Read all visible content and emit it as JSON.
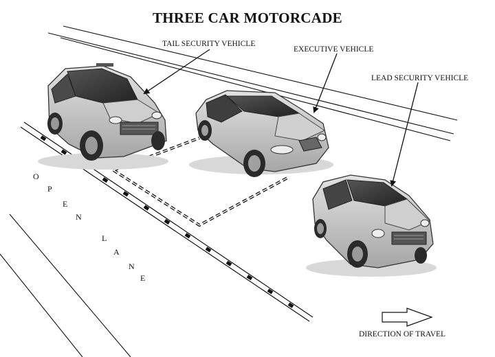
{
  "title": "THREE CAR MOTORCADE",
  "labels": {
    "tail": "TAIL SECURITY VEHICLE",
    "executive": "EXECUTIVE VEHICLE",
    "lead": "LEAD SECURITY VEHICLE",
    "direction": "DIRECTION OF TRAVEL"
  },
  "open_lane_letters": [
    "O",
    "P",
    "E",
    "N",
    "L",
    "A",
    "N",
    "E"
  ],
  "vehicles": [
    {
      "name": "tail-security-vehicle",
      "type": "suv"
    },
    {
      "name": "executive-vehicle",
      "type": "sedan"
    },
    {
      "name": "lead-security-vehicle",
      "type": "suv"
    }
  ],
  "colors": {
    "ink": "#111111",
    "car_body": "#c9c9c9",
    "tire": "#2a2a2a",
    "glass": "#3a3a3a"
  }
}
